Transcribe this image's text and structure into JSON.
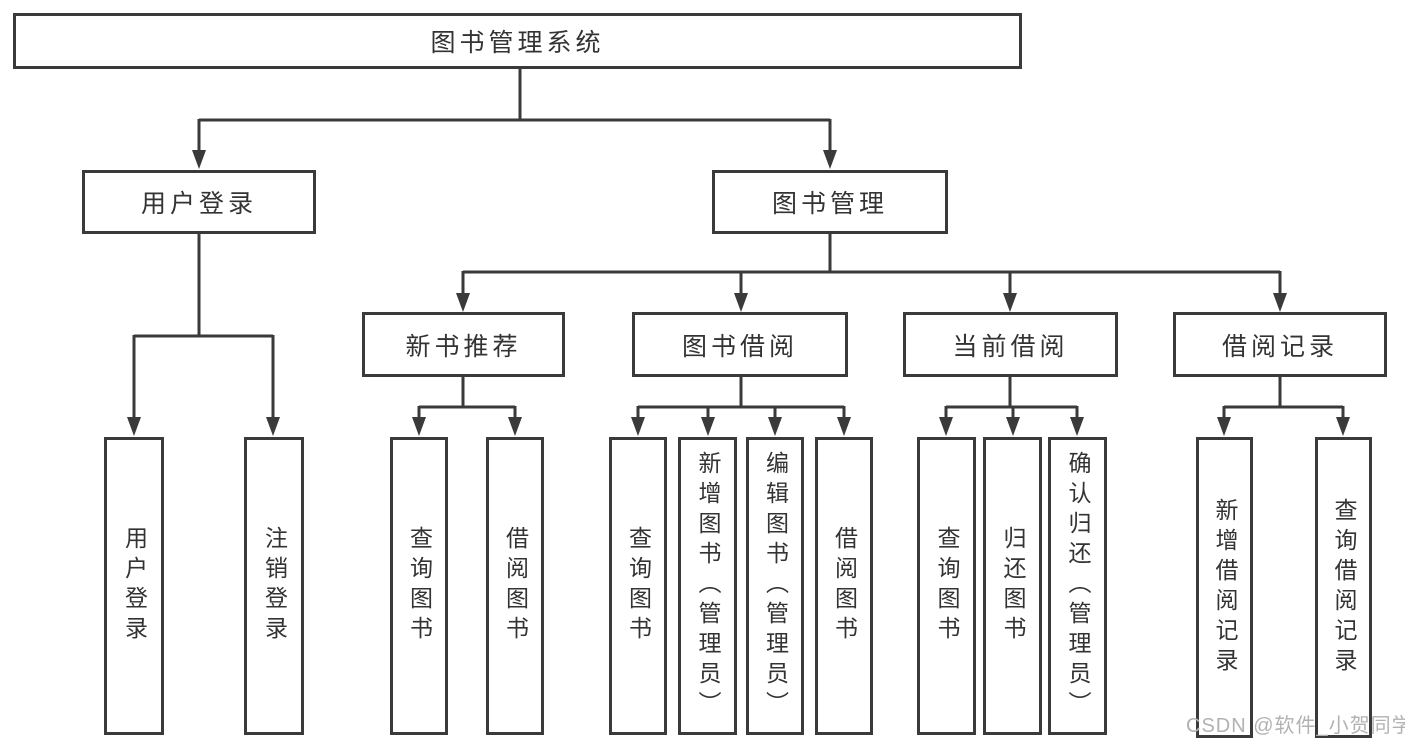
{
  "diagram": {
    "root": "图书管理系统",
    "level2": [
      "用户登录",
      "图书管理"
    ],
    "level3": [
      "新书推荐",
      "图书借阅",
      "当前借阅",
      "借阅记录"
    ],
    "leaves_user_login": [
      "用户登录",
      "注销登录"
    ],
    "leaves_new_book": [
      "查询图书",
      "借阅图书"
    ],
    "leaves_book_borrow": [
      "查询图书",
      "新增图书（管理员）",
      "编辑图书（管理员）",
      "借阅图书"
    ],
    "leaves_current_borrow": [
      "查询图书",
      "归还图书",
      "确认归还（管理员）"
    ],
    "leaves_borrow_records": [
      "新增借阅记录",
      "查询借阅记录"
    ],
    "watermark": "CSDN @软件_小贺同学",
    "colors": {
      "line": "#3a3a3a",
      "text": "#333333",
      "watermark": "#b2b2b2",
      "background": "#ffffff"
    }
  }
}
